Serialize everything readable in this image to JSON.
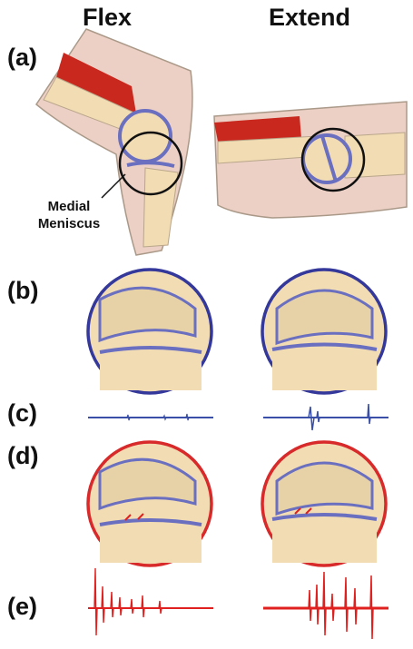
{
  "headers": {
    "left": "Flex",
    "right": "Extend"
  },
  "panels": {
    "a": "(a)",
    "b": "(b)",
    "c": "(c)",
    "d": "(d)",
    "e": "(e)"
  },
  "annotation": {
    "line1": "Medial",
    "line2": "Meniscus"
  },
  "colors": {
    "healthy_signal": "#3a4fa8",
    "injured_signal": "#e0201e",
    "bone": "#f2dcb4",
    "cartilage": "#6a6fc0",
    "skin": "#e9c7bb",
    "muscle": "#c8281e",
    "healthy_ring": "#34389a",
    "injured_ring": "#d82a2a"
  }
}
